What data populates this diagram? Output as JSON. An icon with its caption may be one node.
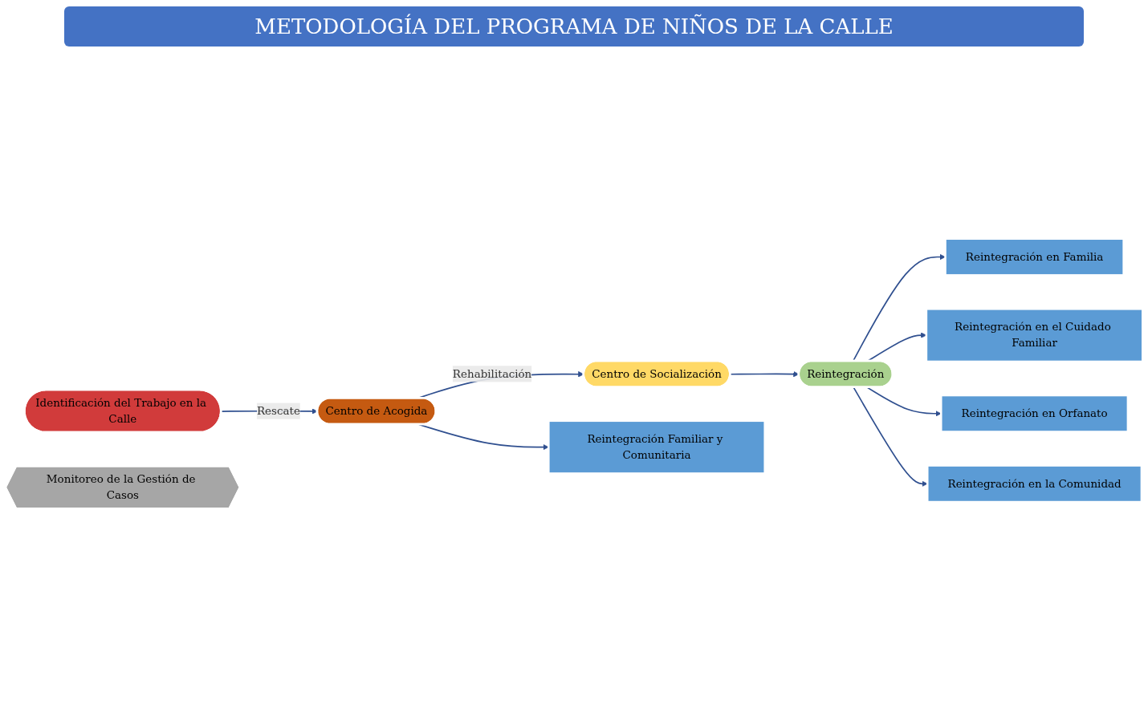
{
  "diagram": {
    "title": "METODOLOGÍA DEL PROGRAMA DE NIÑOS DE LA CALLE",
    "nodes": [
      {
        "text": [
          "Identificación del Trabajo en la Calle"
        ]
      },
      {
        "text": [
          "Centro de Acogida"
        ]
      },
      {
        "text": [
          "Centro de Socialización"
        ]
      },
      {
        "text": [
          "Reintegración"
        ]
      },
      {
        "text": [
          "Reintegración Familiar y Comunitaria"
        ]
      },
      {
        "text": [
          "Reintegración en Familia"
        ]
      },
      {
        "text": [
          "Reintegración en el Cuidado Familiar"
        ]
      },
      {
        "text": [
          "Reintegración en Orfanato"
        ]
      },
      {
        "text": [
          "Reintegración en la Comunidad"
        ]
      },
      {
        "text": [
          "Monitoreo de la Gestión de Casos"
        ]
      }
    ],
    "edges": [
      {
        "from": 0,
        "to": 1,
        "arrow": "to",
        "label": "Rescate"
      },
      {
        "from": 1,
        "to": 2,
        "arrow": "to",
        "label": "Rehabilitación"
      },
      {
        "from": 2,
        "to": 3,
        "arrow": "to"
      },
      {
        "from": 1,
        "to": 4,
        "arrow": "to"
      },
      {
        "from": 3,
        "to": 5,
        "arrow": "to"
      },
      {
        "from": 3,
        "to": 6,
        "arrow": "to"
      },
      {
        "from": 3,
        "to": 7,
        "arrow": "to"
      },
      {
        "from": 3,
        "to": 8,
        "arrow": "to"
      }
    ]
  }
}
